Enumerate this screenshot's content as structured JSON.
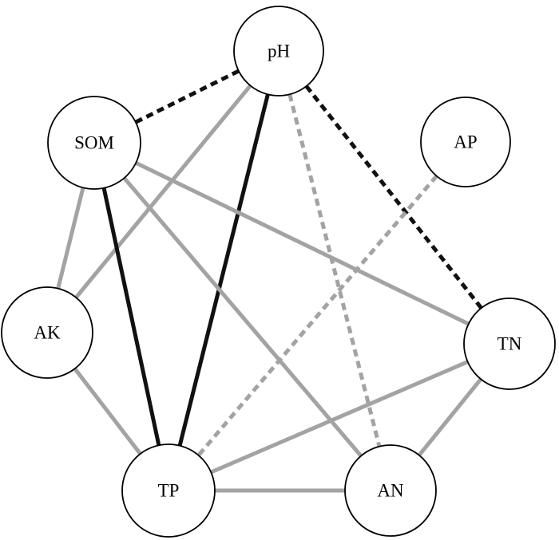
{
  "diagram": {
    "nodes": [
      {
        "id": "pH",
        "label": "pH"
      },
      {
        "id": "SOM",
        "label": "SOM"
      },
      {
        "id": "AP",
        "label": "AP"
      },
      {
        "id": "AK",
        "label": "AK"
      },
      {
        "id": "TN",
        "label": "TN"
      },
      {
        "id": "TP",
        "label": "TP"
      },
      {
        "id": "AN",
        "label": "AN"
      }
    ],
    "edges": [
      {
        "source": "pH",
        "target": "SOM",
        "color": "#111111",
        "style": "dashed"
      },
      {
        "source": "pH",
        "target": "TN",
        "color": "#111111",
        "style": "dashed"
      },
      {
        "source": "pH",
        "target": "AN",
        "color": "#a3a3a3",
        "style": "dashed"
      },
      {
        "source": "AP",
        "target": "TP",
        "color": "#a3a3a3",
        "style": "dashed"
      },
      {
        "source": "pH",
        "target": "AK",
        "color": "#a3a3a3",
        "style": "solid"
      },
      {
        "source": "pH",
        "target": "TP",
        "color": "#111111",
        "style": "solid"
      },
      {
        "source": "SOM",
        "target": "TP",
        "color": "#111111",
        "style": "solid"
      },
      {
        "source": "SOM",
        "target": "AK",
        "color": "#a3a3a3",
        "style": "solid"
      },
      {
        "source": "SOM",
        "target": "TN",
        "color": "#a3a3a3",
        "style": "solid"
      },
      {
        "source": "SOM",
        "target": "AN",
        "color": "#a3a3a3",
        "style": "solid"
      },
      {
        "source": "AK",
        "target": "TP",
        "color": "#a3a3a3",
        "style": "solid"
      },
      {
        "source": "TP",
        "target": "TN",
        "color": "#a3a3a3",
        "style": "solid"
      },
      {
        "source": "TP",
        "target": "AN",
        "color": "#a3a3a3",
        "style": "solid"
      },
      {
        "source": "AN",
        "target": "TN",
        "color": "#a3a3a3",
        "style": "solid"
      }
    ]
  }
}
